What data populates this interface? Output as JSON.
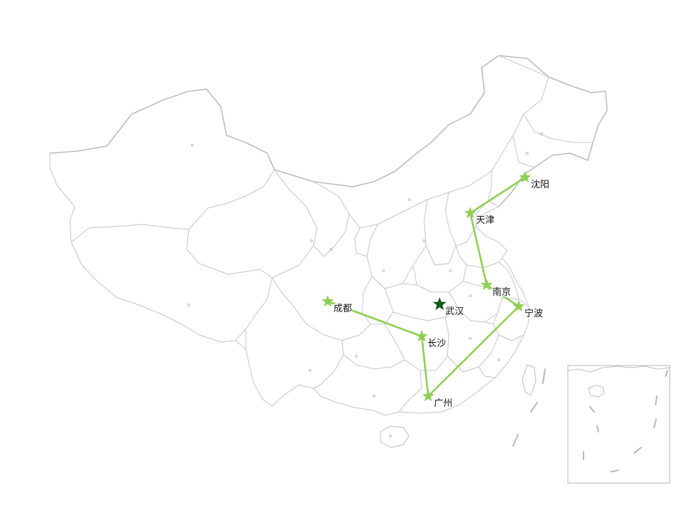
{
  "map": {
    "colors": {
      "route": "#8fcf55",
      "city_star": "#8fcf55",
      "hub_star": "#0f5e1c",
      "province_stroke": "#c8c8c8",
      "label_text": "#111111"
    },
    "hub": {
      "name": "武汉",
      "icon": "star-icon"
    },
    "cities": [
      {
        "name": "沈阳",
        "icon": "star-icon"
      },
      {
        "name": "天津",
        "icon": "star-icon"
      },
      {
        "name": "南京",
        "icon": "star-icon"
      },
      {
        "name": "宁波",
        "icon": "star-icon"
      },
      {
        "name": "成都",
        "icon": "star-icon"
      },
      {
        "name": "长沙",
        "icon": "star-icon"
      },
      {
        "name": "广州",
        "icon": "star-icon"
      }
    ],
    "routes": [
      [
        "沈阳",
        "天津"
      ],
      [
        "天津",
        "南京"
      ],
      [
        "南京",
        "宁波"
      ],
      [
        "宁波",
        "广州"
      ],
      [
        "广州",
        "长沙"
      ],
      [
        "长沙",
        "成都"
      ]
    ],
    "inset": {
      "kind": "south-china-sea-islands"
    }
  }
}
